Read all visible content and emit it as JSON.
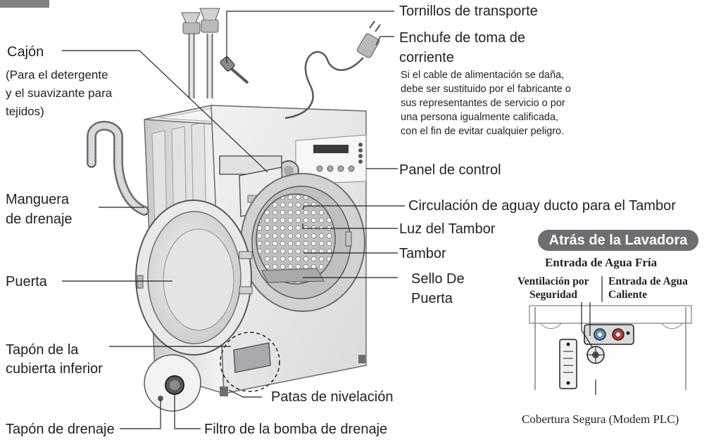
{
  "labels": {
    "tornillos": "Tornillos de transporte",
    "enchufe_1": "Enchufe de toma de",
    "enchufe_2": "corriente",
    "nota_1": "Si el cable de alimentación se daña,",
    "nota_2": "debe ser sustituido por el fabricante o",
    "nota_3": "sus representantes de servicio o por",
    "nota_4": "una persona igualmente calificada,",
    "nota_5": "con el fin de evitar cualquier peligro.",
    "panel": "Panel de control",
    "circulacion": "Circulación de aguay ducto para el Tambor",
    "luz": "Luz del Tambor",
    "tambor": "Tambor",
    "sello_1": "Sello De",
    "sello_2": "Puerta",
    "cajon": "Cajón",
    "cajon_nota_1": "(Para el detergente",
    "cajon_nota_2": "y el suavizante para",
    "cajon_nota_3": "tejidos)",
    "manguera_1": "Manguera",
    "manguera_2": "de drenaje",
    "puerta": "Puerta",
    "tapon_cubierta_1": "Tapón de la",
    "tapon_cubierta_2": "cubierta inferior",
    "patas": "Patas de nivelación",
    "tapon_drenaje": "Tapón de drenaje",
    "filtro": "Filtro de la bomba de drenaje"
  },
  "rear": {
    "badge": "Atrás de la Lavadora",
    "agua_fria": "Entrada de Agua Fría",
    "ventilacion_1": "Ventilación por",
    "ventilacion_2": "Seguridad",
    "agua_caliente_1": "Entrada de Agua",
    "agua_caliente_2": "Caliente",
    "caption": "Cobertura Segura (Modem PLC)"
  },
  "colors": {
    "text": "#231f20",
    "badge_bg": "#6d6e71",
    "cold_inlet": "#5b8fc0",
    "hot_inlet": "#c0392b"
  },
  "icons": [
    "washing-machine-illustration",
    "faucet-icon",
    "power-plug-icon",
    "transport-bolt-icon",
    "drain-hose-icon"
  ]
}
